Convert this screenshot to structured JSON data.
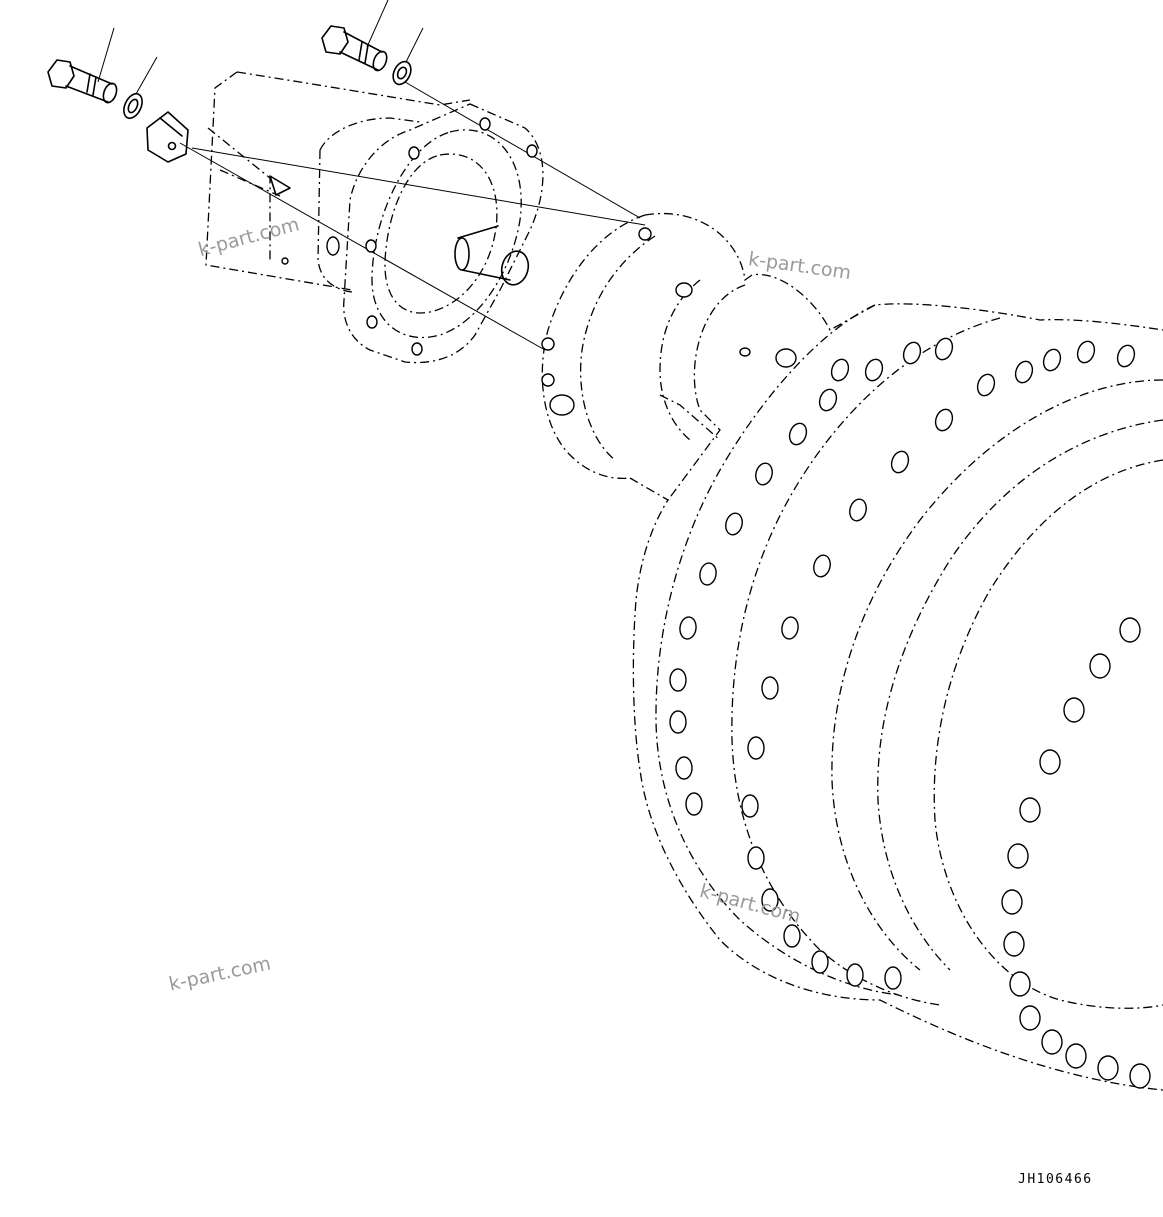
{
  "figure_code": "JH106466",
  "watermarks": [
    "k-part.com",
    "k-part.com",
    "k-part.com",
    "k-part.com"
  ],
  "parts": [
    {
      "name": "bolt-left",
      "type": "bolt"
    },
    {
      "name": "washer-left",
      "type": "washer"
    },
    {
      "name": "lock-plate",
      "type": "plate"
    },
    {
      "name": "bolt-top",
      "type": "bolt"
    },
    {
      "name": "washer-top",
      "type": "washer"
    },
    {
      "name": "motor-housing",
      "type": "motor"
    },
    {
      "name": "mounting-flange",
      "type": "flange"
    },
    {
      "name": "axle-hub",
      "type": "hub"
    }
  ]
}
